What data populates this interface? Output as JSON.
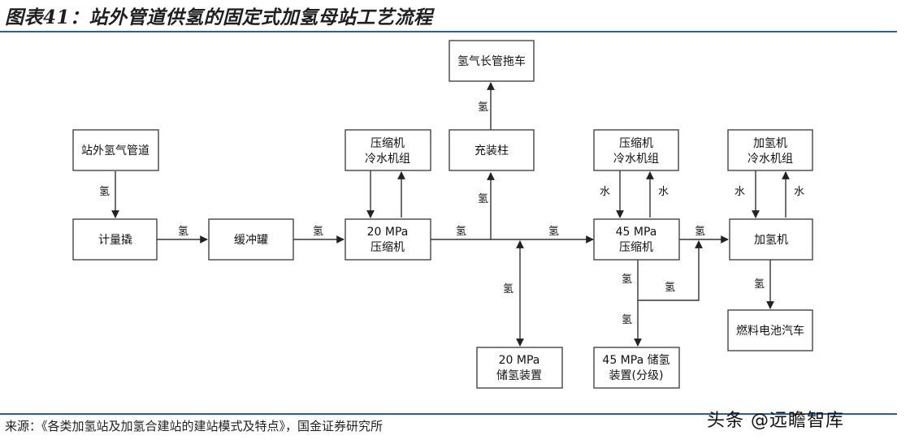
{
  "header": {
    "title": "图表41：站外管道供氢的固定式加氢母站工艺流程"
  },
  "footer": {
    "source": "来源：《各类加氢站及加氢合建站的建站模式及特点》，国金证券研究所",
    "watermark": "头条 @远瞻智库"
  },
  "nodes": {
    "pipeline": [
      "站外氢气管道"
    ],
    "meter": [
      "计量撬"
    ],
    "buffer": [
      "缓冲罐"
    ],
    "comp20": [
      "20 MPa",
      "压缩机"
    ],
    "chiller1": [
      "压缩机",
      "冷水机组"
    ],
    "fill_post": [
      "充装柱"
    ],
    "tube_trailer": [
      "氢气长管拖车"
    ],
    "storage20": [
      "20 MPa",
      "储氢装置"
    ],
    "chiller2": [
      "压缩机",
      "冷水机组"
    ],
    "comp45": [
      "45 MPa",
      "压缩机"
    ],
    "storage45": [
      "45 MPa 储氢",
      "装置(分级)"
    ],
    "chiller3": [
      "加氢机",
      "冷水机组"
    ],
    "dispenser": [
      "加氢机"
    ],
    "fcv": [
      "燃料电池汽车"
    ]
  },
  "edge_labels": {
    "h2": "氢",
    "water": "水"
  },
  "colors": {
    "rule": "#2e5c99",
    "stroke": "#444444"
  }
}
